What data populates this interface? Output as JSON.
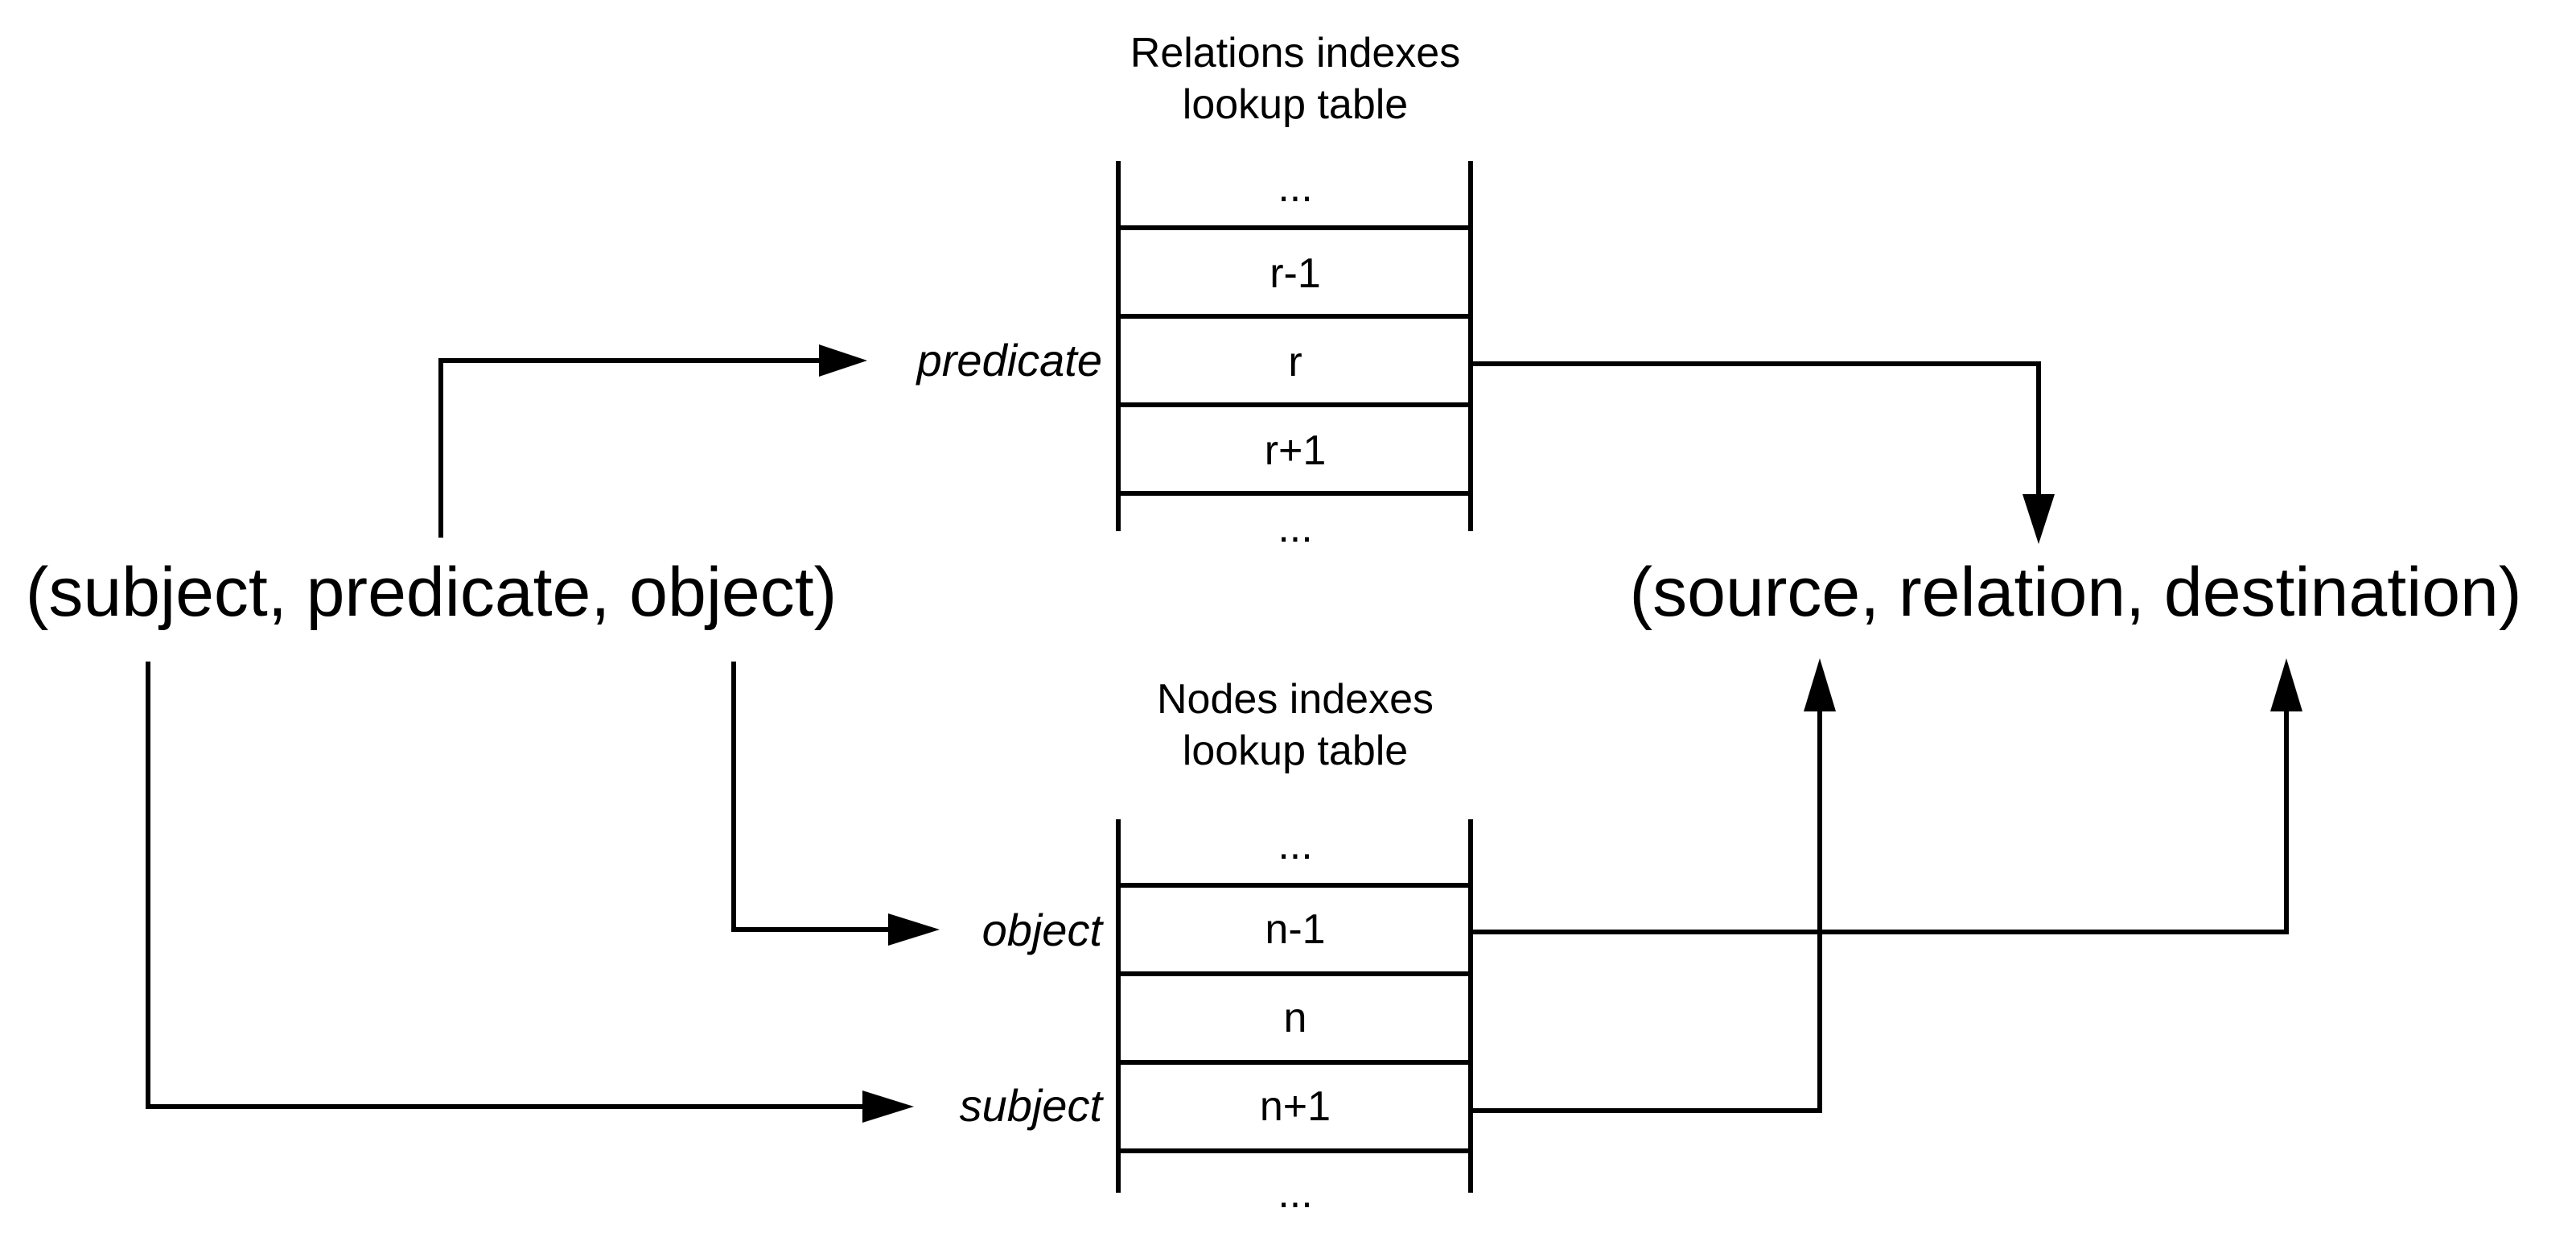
{
  "triple": {
    "label": "(subject, predicate, object)"
  },
  "result": {
    "label": "(source, relation, destination)"
  },
  "relations_table": {
    "title_line1": "Relations indexes",
    "title_line2": "lookup table",
    "cells": [
      "...",
      "r-1",
      "r",
      "r+1",
      "..."
    ],
    "input_label": "predicate"
  },
  "nodes_table": {
    "title_line1": "Nodes indexes",
    "title_line2": "lookup table",
    "cells": [
      "...",
      "n-1",
      "n",
      "n+1",
      "..."
    ],
    "input_labels": {
      "object": "object",
      "subject": "subject"
    }
  }
}
